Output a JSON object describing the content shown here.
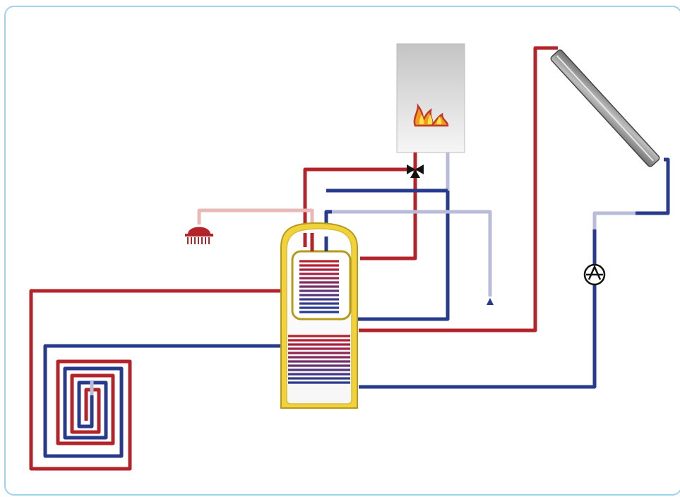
{
  "diagram": {
    "components": [
      "boiler",
      "flame-icon",
      "solar-collector",
      "storage-tank",
      "upper-heat-exchanger-coil",
      "solar-heat-exchanger-coil",
      "three-way-valve",
      "circulation-pump",
      "shower-head",
      "hot-water-outlet",
      "underfloor-heating-loop"
    ],
    "colors": {
      "hot": "#b3232a",
      "hot_light": "#e9b9b7",
      "cold": "#283a8c",
      "cold_light": "#b9bcd9",
      "tank_jacket": "#f2d23a",
      "tank_outline": "#b59a1c",
      "boiler_top": "#c7c7c7",
      "boiler_bottom": "#f3f3f3",
      "frame_border": "#9fd3ec"
    }
  },
  "watermark": {
    "text_top": "",
    "text_bottom": ""
  }
}
